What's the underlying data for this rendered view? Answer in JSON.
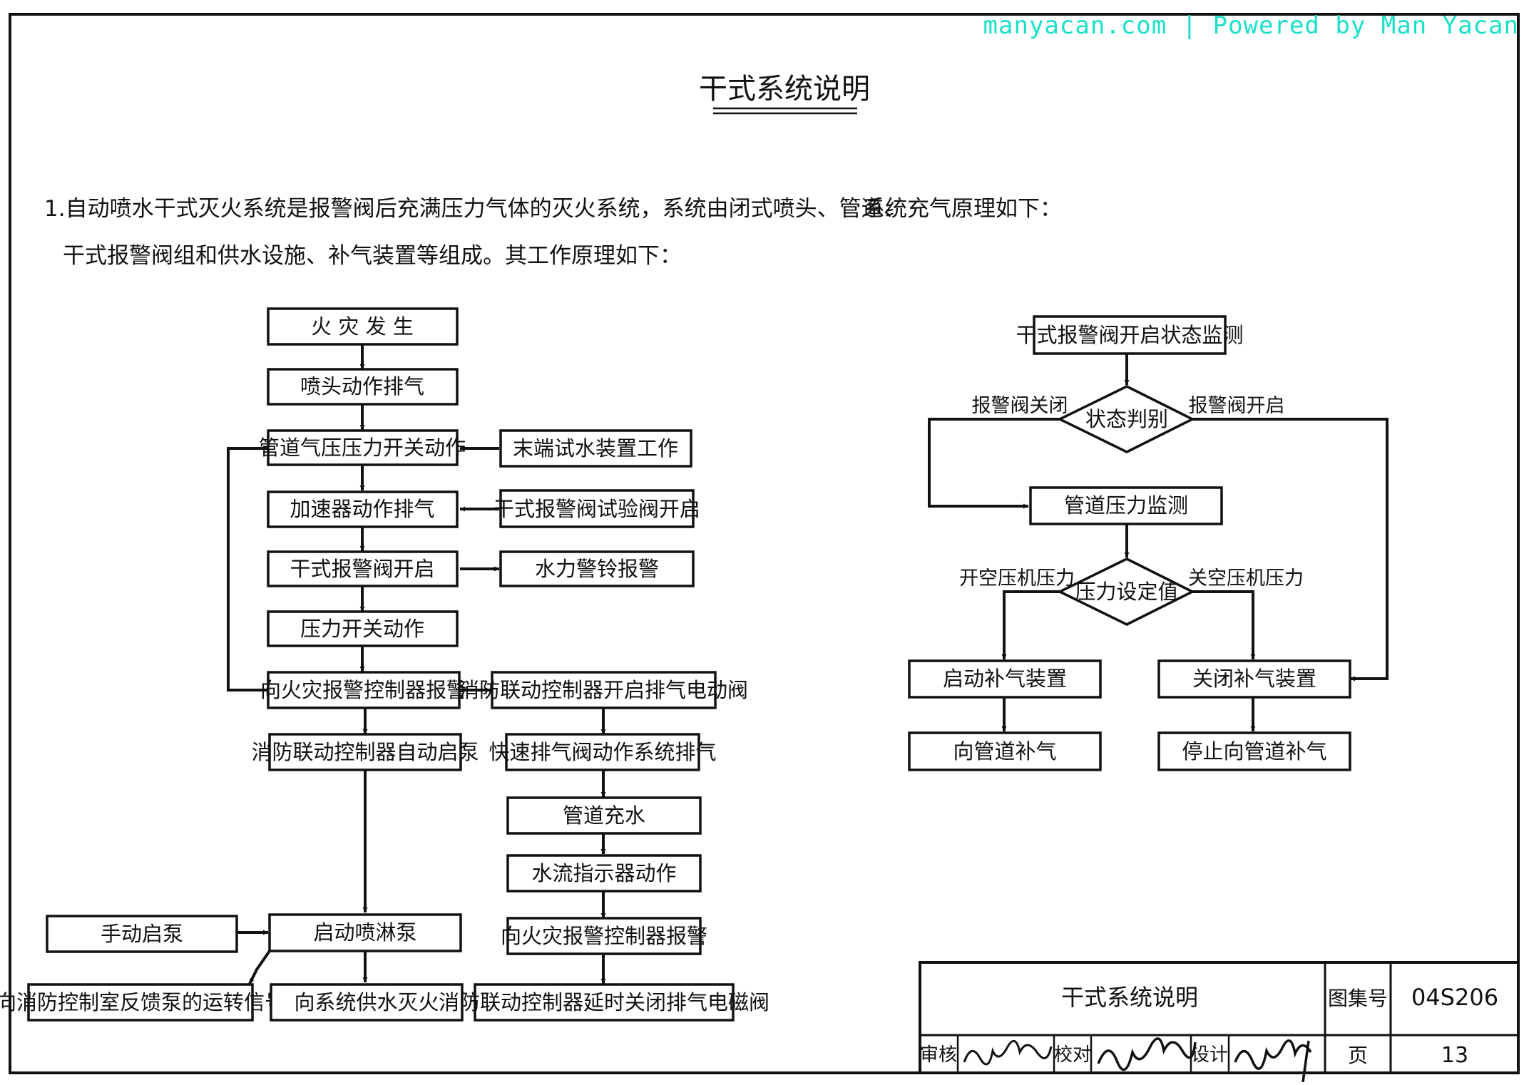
{
  "watermark": "manyacan.com | Powered by Man Yacan",
  "title": "干式系统说明",
  "intro": {
    "line1": "1.自动喷水干式灭火系统是报警阀后充满压力气体的灭火系统，系统由闭式喷头、管道、",
    "line2": "干式报警阀组和供水设施、补气装置等组成。其工作原理如下："
  },
  "charging_heading": "系统充气原理如下：",
  "flow_left": {
    "fire": "火 灾 发 生",
    "nozzle_exhaust": "喷头动作排气",
    "pipe_pressure_switch": "管道气压压力开关动作",
    "end_test": "末端试水装置工作",
    "accelerator": "加速器动作排气",
    "test_valve": "干式报警阀试验阀开启",
    "alarm_valve_open": "干式报警阀开启",
    "water_bell": "水力警铃报警",
    "pressure_switch": "压力开关动作",
    "alarm_controller": "向火灾报警控制器报警",
    "linkage_open_valve": "消防联动控制器开启排气电动阀",
    "auto_pump": "消防联动控制器自动启泵",
    "quick_exhaust": "快速排气阀动作系统排气",
    "pipe_fill": "管道充水",
    "flow_indicator": "水流指示器动作",
    "alarm_controller_2": "向火灾报警控制器报警",
    "manual_pump": "手动启泵",
    "start_pump": "启动喷淋泵",
    "feedback": "向消防控制室反馈泵的运转信号",
    "supply_water": "向系统供水灭火",
    "delay_close": "消防联动控制器延时关闭排气电磁阀"
  },
  "flow_right": {
    "monitor_valve": "干式报警阀开启状态监测",
    "state_check": "状态判别",
    "valve_closed": "报警阀关闭",
    "valve_open": "报警阀开启",
    "pipe_pressure_monitor": "管道压力监测",
    "pressure_set": "压力设定值",
    "start_compressor": "开空压机压力",
    "stop_compressor": "关空压机压力",
    "start_device": "启动补气装置",
    "stop_device": "关闭补气装置",
    "add_air": "向管道补气",
    "stop_air": "停止向管道补气"
  },
  "title_block": {
    "drawing_name": "干式系统说明",
    "atlas_label": "图集号",
    "atlas_no": "04S206",
    "review_label": "审核",
    "check_label": "校对",
    "design_label": "设计",
    "page_label": "页",
    "page_no": "13"
  }
}
